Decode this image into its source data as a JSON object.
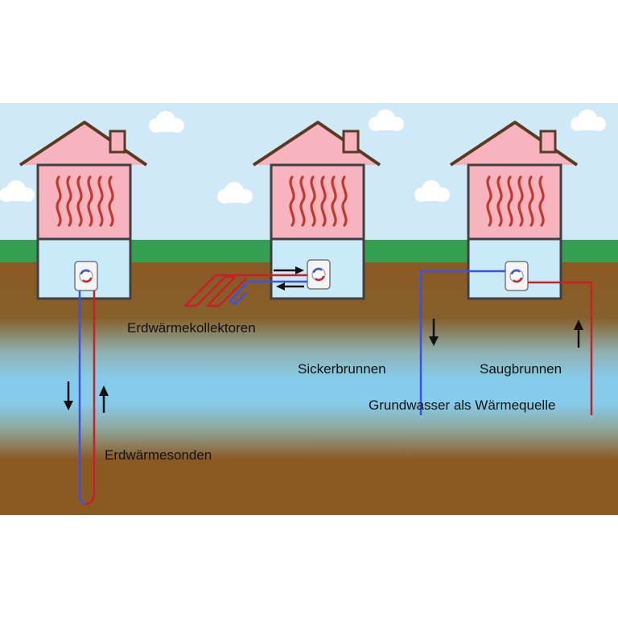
{
  "labels": {
    "collectors": "Erdwärmekollektoren",
    "probes": "Erdwärmesonden",
    "injection_well": "Sickerbrunnen",
    "suction_well": "Saugbrunnen",
    "groundwater": "Grundwasser als Wärmequelle"
  },
  "colors": {
    "sky": "#cfe9f6",
    "grass": "#35a052",
    "soil": "#8b5a23",
    "groundwater": "#86cbe9",
    "roof": "#f7b3be",
    "basement": "#c9eaf8",
    "wall": "#404040",
    "heat_wave": "#c0392b",
    "pipe_cold": "#3a52e8",
    "pipe_warm": "#c8202b",
    "arrow": "#111111"
  },
  "icons": {
    "heat_pump": "heat-pump-icon",
    "cloud": "cloud-icon",
    "flow_arrow": "flow-arrow-icon"
  }
}
